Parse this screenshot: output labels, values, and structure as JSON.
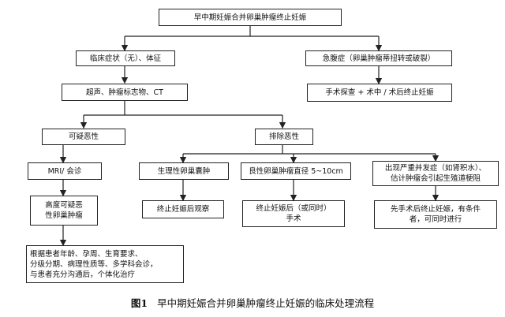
{
  "nodes": {
    "top": "早中期妊娠合并卵巢肿瘤终止妊娠",
    "clinical": "临床症状（无）、体征",
    "acute": "急腹症（卵巢肿瘤蒂扭转或破裂）",
    "imaging": "超声、肿瘤标志物、CT",
    "surgery": "手术探查 + 术中 / 术后终止妊娠",
    "suspect": "可疑恶性",
    "exclude": "排除恶性",
    "mri": "MRI/ 会诊",
    "physio": "生理性卵巢囊肿",
    "benign": "良性卵巢肿瘤直径 5~10cm",
    "severe": "出现严重并发症（如肾积水）、\n估计肿瘤会引起生殖道梗阻",
    "highly": "高度可疑恶\n性卵巢肿瘤",
    "observe": "终止妊娠后观察",
    "afterSurgery": "终止妊娠后（或同时）\n手术",
    "surgeryFirst": "先手术后终止妊娠，有条件\n者，可同时进行",
    "individual": "根据患者年龄、孕周、生育要求、\n分级分期、病理性质等、多学科会诊，\n与患者充分沟通后，个体化治疗"
  },
  "caption": {
    "label": "图1",
    "text": "早中期妊娠合并卵巢肿瘤终止妊娠的临床处理流程"
  }
}
